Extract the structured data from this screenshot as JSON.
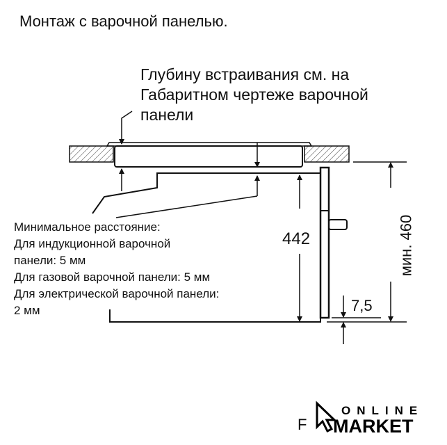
{
  "title": "Монтаж с варочной панелью.",
  "depth_note": [
    "Глубину встраивания см. на",
    "Габаритном чертеже варочной",
    "панели"
  ],
  "min_distance": [
    "Минимальное расстояние:",
    "Для индукционной варочной",
    "панели: 5 мм",
    "Для газовой варочной панели: 5 мм",
    "Для электрической варочной панели:",
    "2 мм"
  ],
  "dimensions": {
    "height": "442",
    "min_height": "мин. 460",
    "offset": "7,5"
  },
  "figure_letter": "F",
  "watermark": {
    "line1": "ONLINE",
    "line2": "MARKET"
  }
}
